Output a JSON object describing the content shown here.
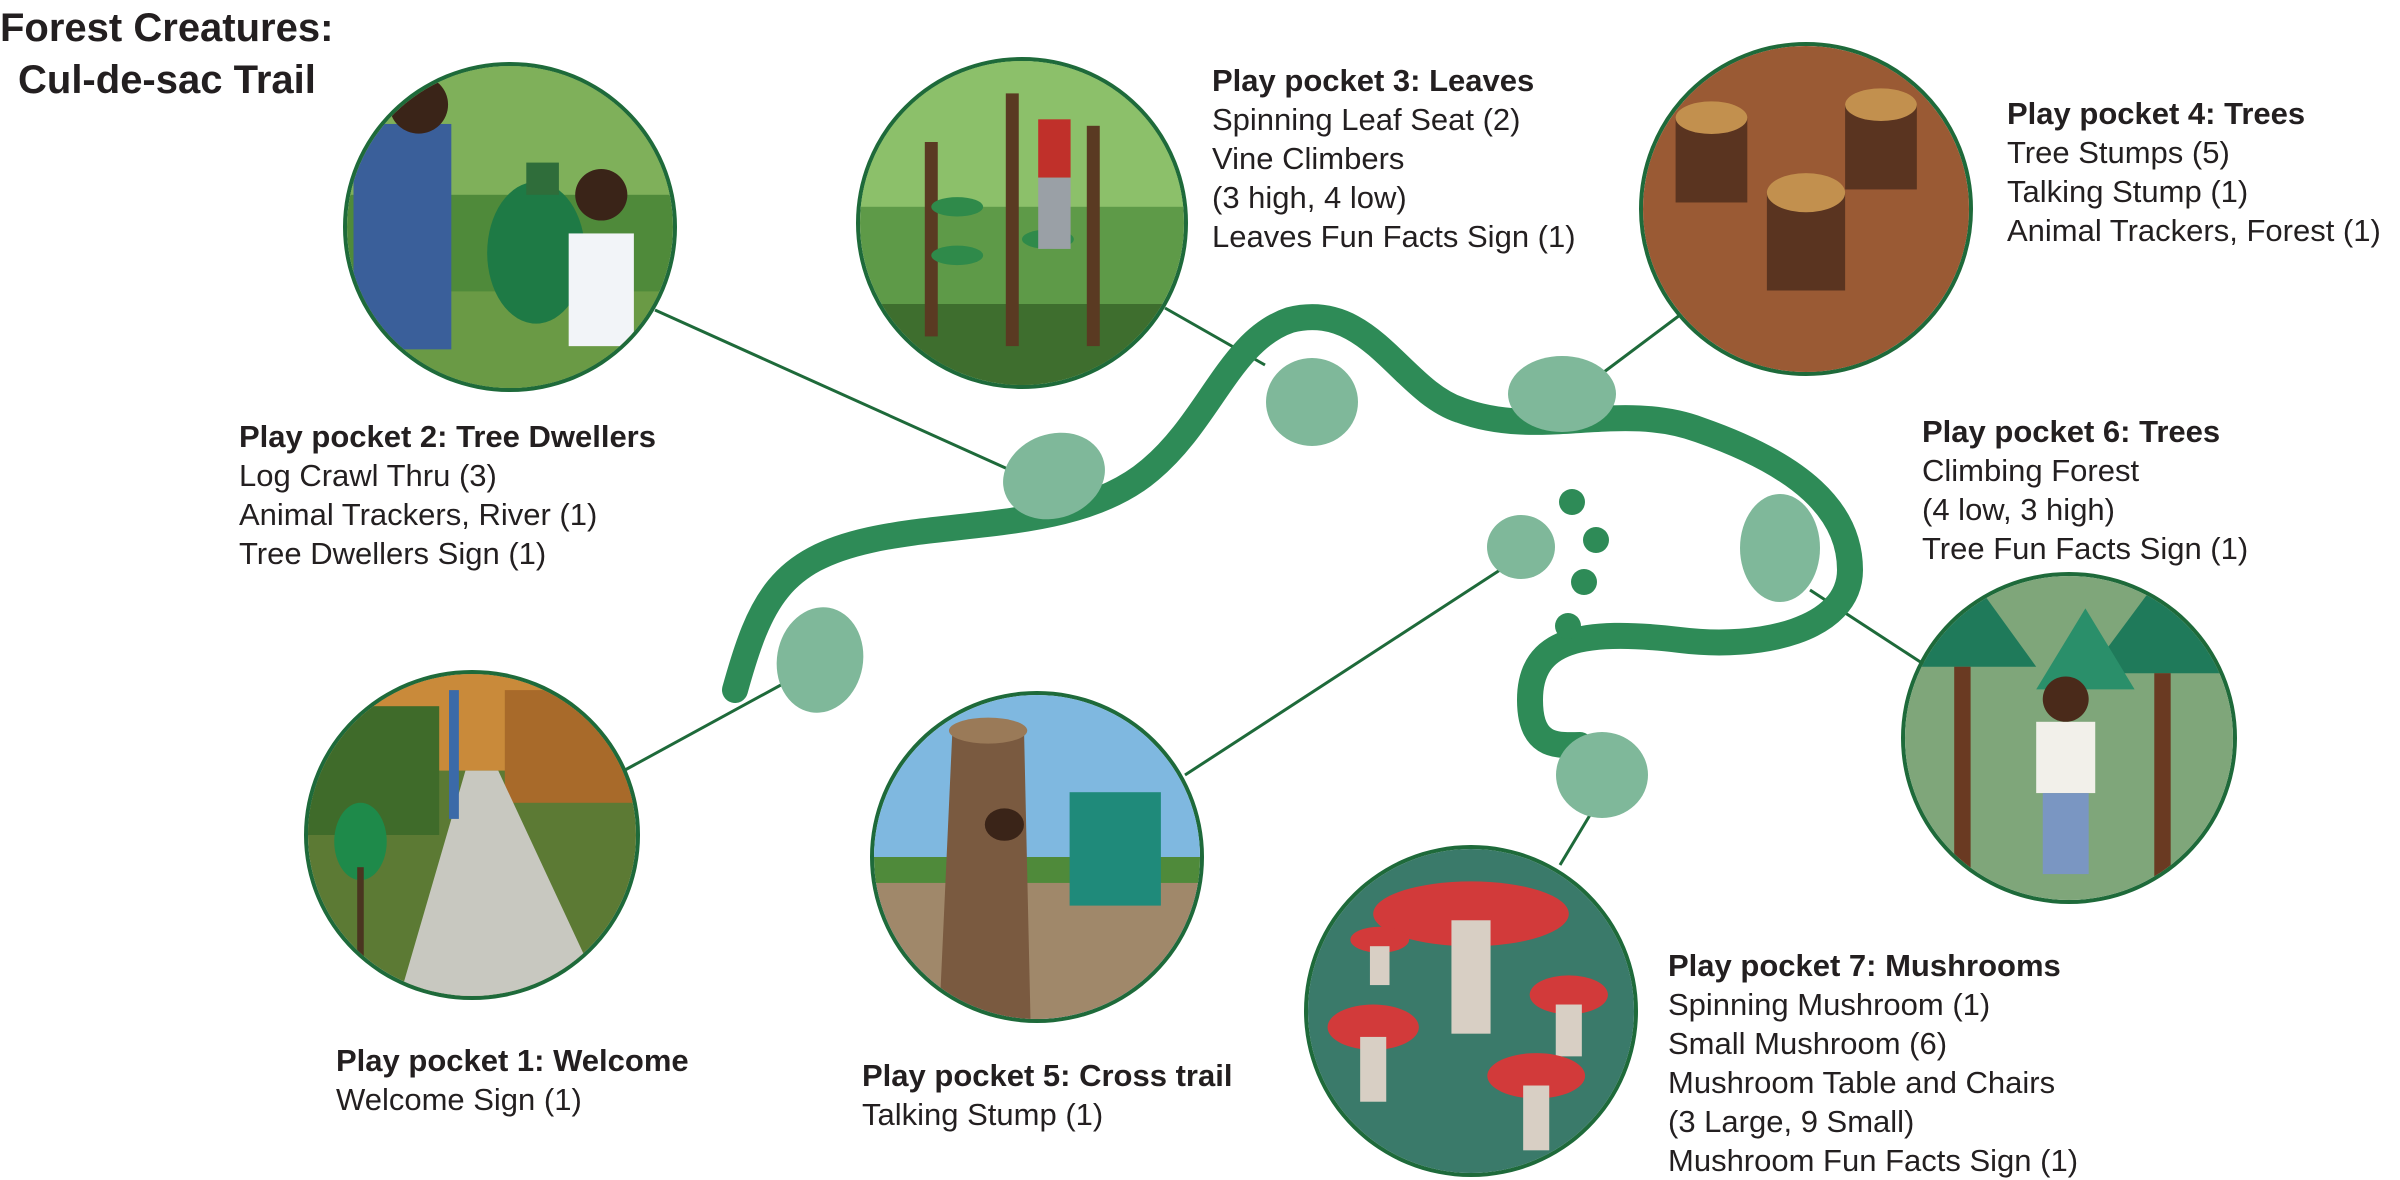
{
  "title": {
    "line1": "Forest Creatures:",
    "line2": "Cul-de-sac Trail"
  },
  "colors": {
    "trail": "#2e8b57",
    "pocket_blob": "#7fb89a",
    "connector": "#1e6a3a",
    "photo_border": "#1e6a3a",
    "text": "#231f20"
  },
  "pockets": [
    {
      "heading": "Play pocket 1:  Welcome",
      "items": [
        "Welcome Sign (1)"
      ]
    },
    {
      "heading": "Play pocket 2: Tree Dwellers",
      "items": [
        "Log Crawl Thru (3)",
        "Animal Trackers, River (1)",
        "Tree Dwellers Sign (1)"
      ]
    },
    {
      "heading": "Play pocket 3: Leaves",
      "items": [
        "Spinning Leaf Seat (2)",
        "Vine Climbers",
        "(3 high, 4 low)",
        "Leaves Fun Facts Sign (1)"
      ]
    },
    {
      "heading": "Play pocket 4: Trees",
      "items": [
        "Tree Stumps (5)",
        "Talking Stump (1)",
        "Animal Trackers, Forest (1)"
      ]
    },
    {
      "heading": "Play pocket 5: Cross trail",
      "items": [
        "Talking Stump (1)"
      ]
    },
    {
      "heading": "Play pocket 6: Trees",
      "items": [
        "Climbing Forest",
        "(4 low, 3 high)",
        "Tree Fun Facts Sign (1)"
      ]
    },
    {
      "heading": "Play pocket 7: Mushrooms",
      "items": [
        "Spinning Mushroom (1)",
        "Small Mushroom (6)",
        "Mushroom Table and Chairs",
        "(3 Large, 9 Small)",
        "Mushroom Fun Facts Sign (1)"
      ]
    }
  ],
  "photos": {
    "p1": "welcome-sign-path-photo",
    "p2": "tree-dwellers-sign-photo",
    "p3": "vine-climbers-photo",
    "p4": "tree-stumps-photo",
    "p5": "talking-stump-photo",
    "p6": "climbing-forest-photo",
    "p7": "mushroom-table-photo"
  }
}
